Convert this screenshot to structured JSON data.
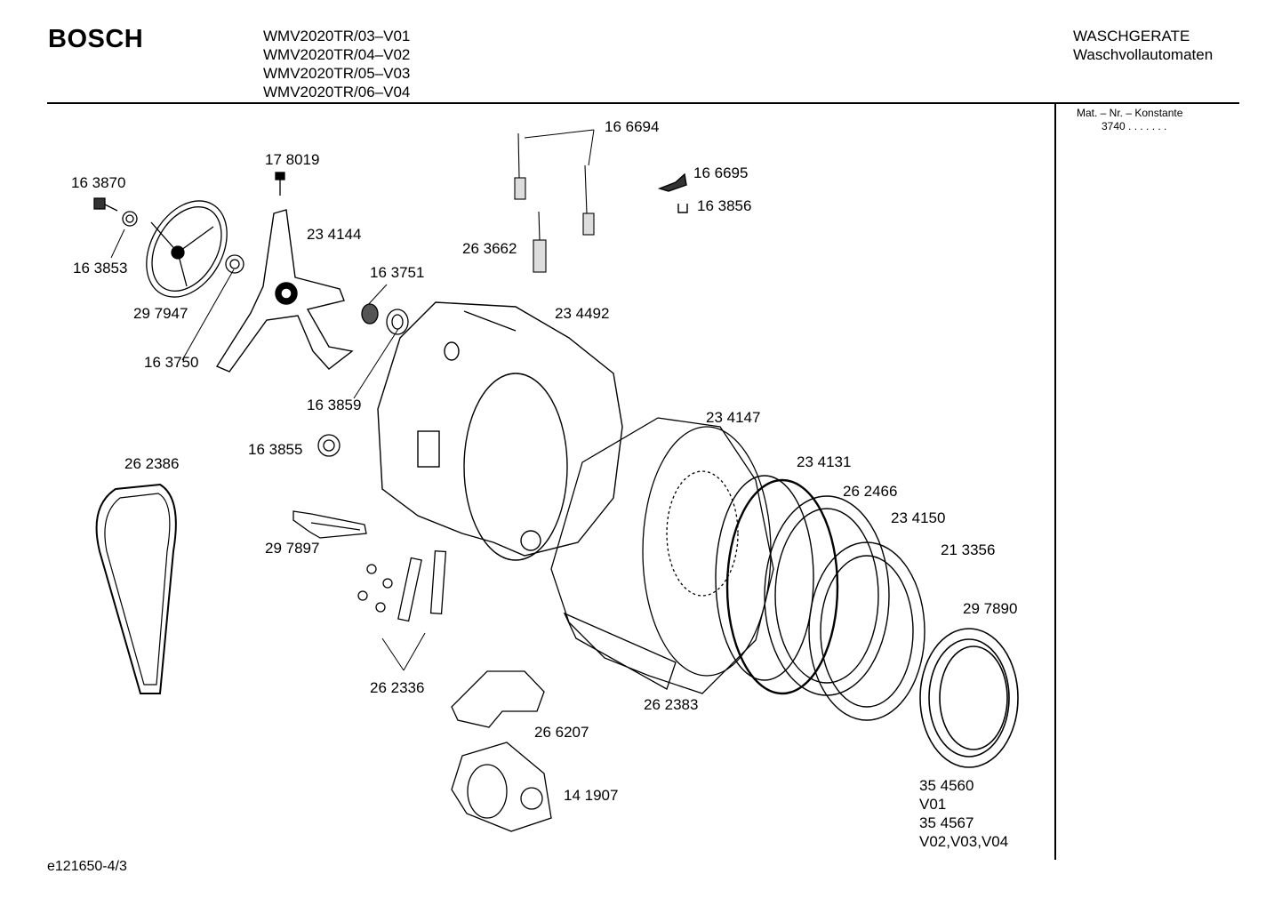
{
  "header": {
    "brand": "BOSCH",
    "models": [
      "WMV2020TR/03–V01",
      "WMV2020TR/04–V02",
      "WMV2020TR/05–V03",
      "WMV2020TR/06–V04"
    ],
    "category": [
      "WASCHGERATE",
      "Waschvollautomaten"
    ]
  },
  "sidebar": {
    "constant_label": "Mat. – Nr. – Konstante",
    "constant_value": "3740 . . .  . . . ."
  },
  "footer": {
    "doc_id": "e121650-4/3"
  },
  "parts": [
    "16 6694",
    "16 6695",
    "16 3856",
    "17 8019",
    "16 3870",
    "23 4144",
    "26 3662",
    "16 3853",
    "16 3751",
    "23 4492",
    "29 7947",
    "16 3750",
    "16 3859",
    "23 4147",
    "16 3855",
    "26 2386",
    "23 4131",
    "26 2466",
    "23 4150",
    "29 7897",
    "21 3356",
    "29 7890",
    "26 2336",
    "26 2383",
    "26 6207",
    "14 1907"
  ],
  "door_note": [
    "35 4560",
    "V01",
    "35 4567",
    "V02,V03,V04"
  ]
}
